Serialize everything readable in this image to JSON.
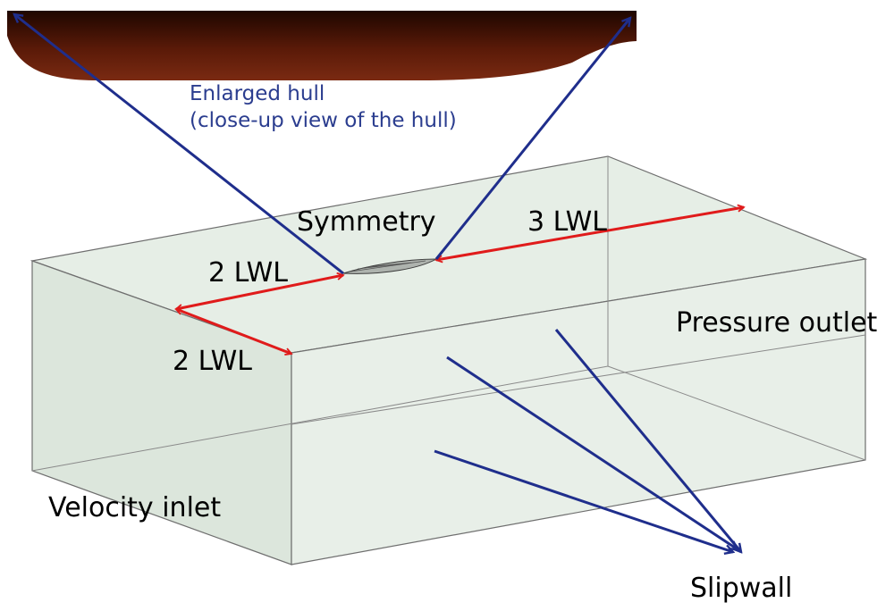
{
  "hull_note": {
    "line1": "Enlarged hull",
    "line2": "(close-up view of the hull)"
  },
  "labels": {
    "symmetry": "Symmetry",
    "upstream": "2 LWL",
    "downstream": "3 LWL",
    "side": "2 LWL",
    "outlet": "Pressure outlet",
    "inlet": "Velocity inlet",
    "slipwall": "Slipwall"
  },
  "colors": {
    "dimension_arrow": "#e01b1b",
    "callout_arrow": "#1f2e8c",
    "hull": "#5a1a08",
    "domain_fill": "#e3ece3",
    "domain_edge": "#6f6f6f",
    "hull_note_text": "#2b3d8f"
  }
}
